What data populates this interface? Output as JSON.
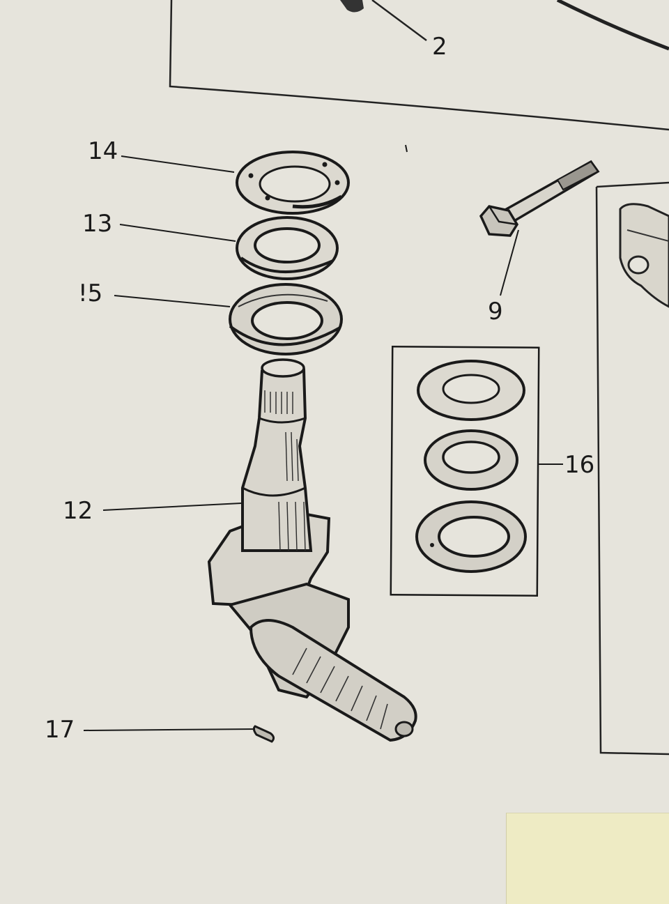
{
  "callouts": {
    "c2": "2",
    "c14": "14",
    "c13": "13",
    "c15": "!5",
    "c9": "9",
    "c16": "16",
    "c12": "12",
    "c17": "17"
  },
  "parts": [
    {
      "callout": "2"
    },
    {
      "callout": "14"
    },
    {
      "callout": "13"
    },
    {
      "callout": "!5"
    },
    {
      "callout": "9"
    },
    {
      "callout": "16"
    },
    {
      "callout": "12"
    },
    {
      "callout": "17"
    }
  ],
  "colors": {
    "paper": "#e6e4dc",
    "ink": "#1a1a1a",
    "sticky_note": "#eeebc4"
  }
}
